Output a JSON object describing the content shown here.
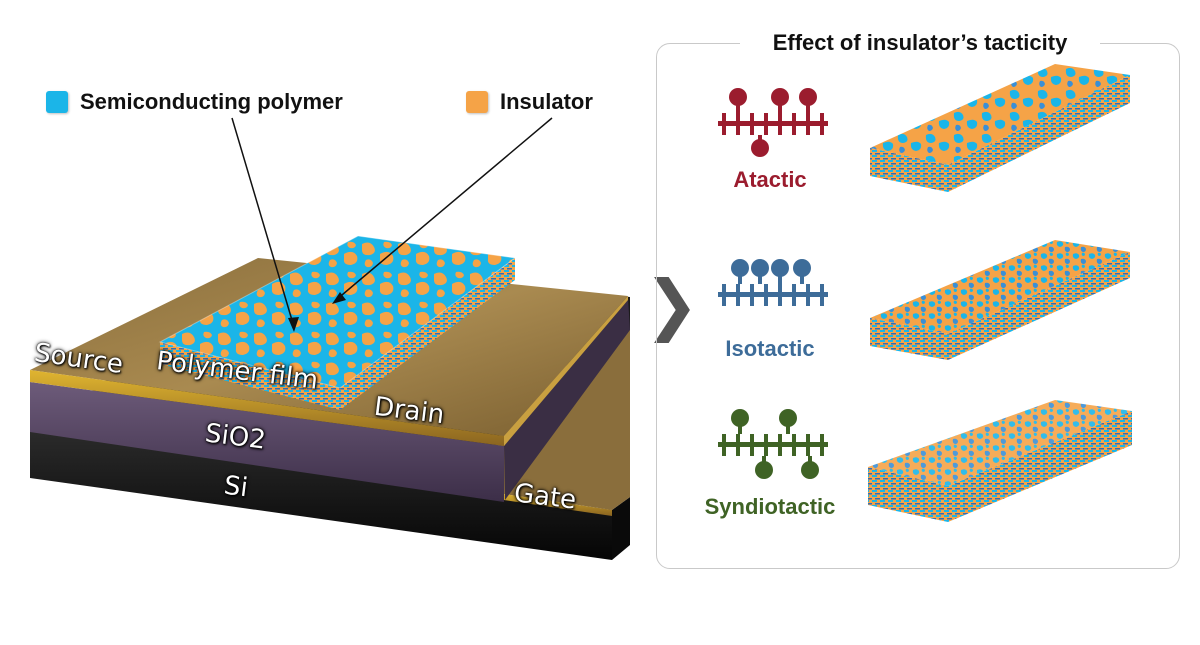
{
  "legend": {
    "semiconducting": {
      "label": "Semiconducting polymer",
      "color": "#1bb5e8"
    },
    "insulator": {
      "label": "Insulator",
      "color": "#f5a347"
    }
  },
  "device": {
    "source_label": "Source",
    "polymer_film_label": "Polymer film",
    "drain_label": "Drain",
    "sio2_label": "SiO2",
    "si_label": "Si",
    "gate_label": "Gate"
  },
  "chevron_icon": "chevron-right-icon",
  "panel": {
    "title": "Effect of insulator’s tacticity",
    "rows": [
      {
        "label": "Atactic",
        "color": "#9b1c2e"
      },
      {
        "label": "Isotactic",
        "color": "#3d6c99"
      },
      {
        "label": "Syndiotactic",
        "color": "#3f6325"
      }
    ]
  }
}
